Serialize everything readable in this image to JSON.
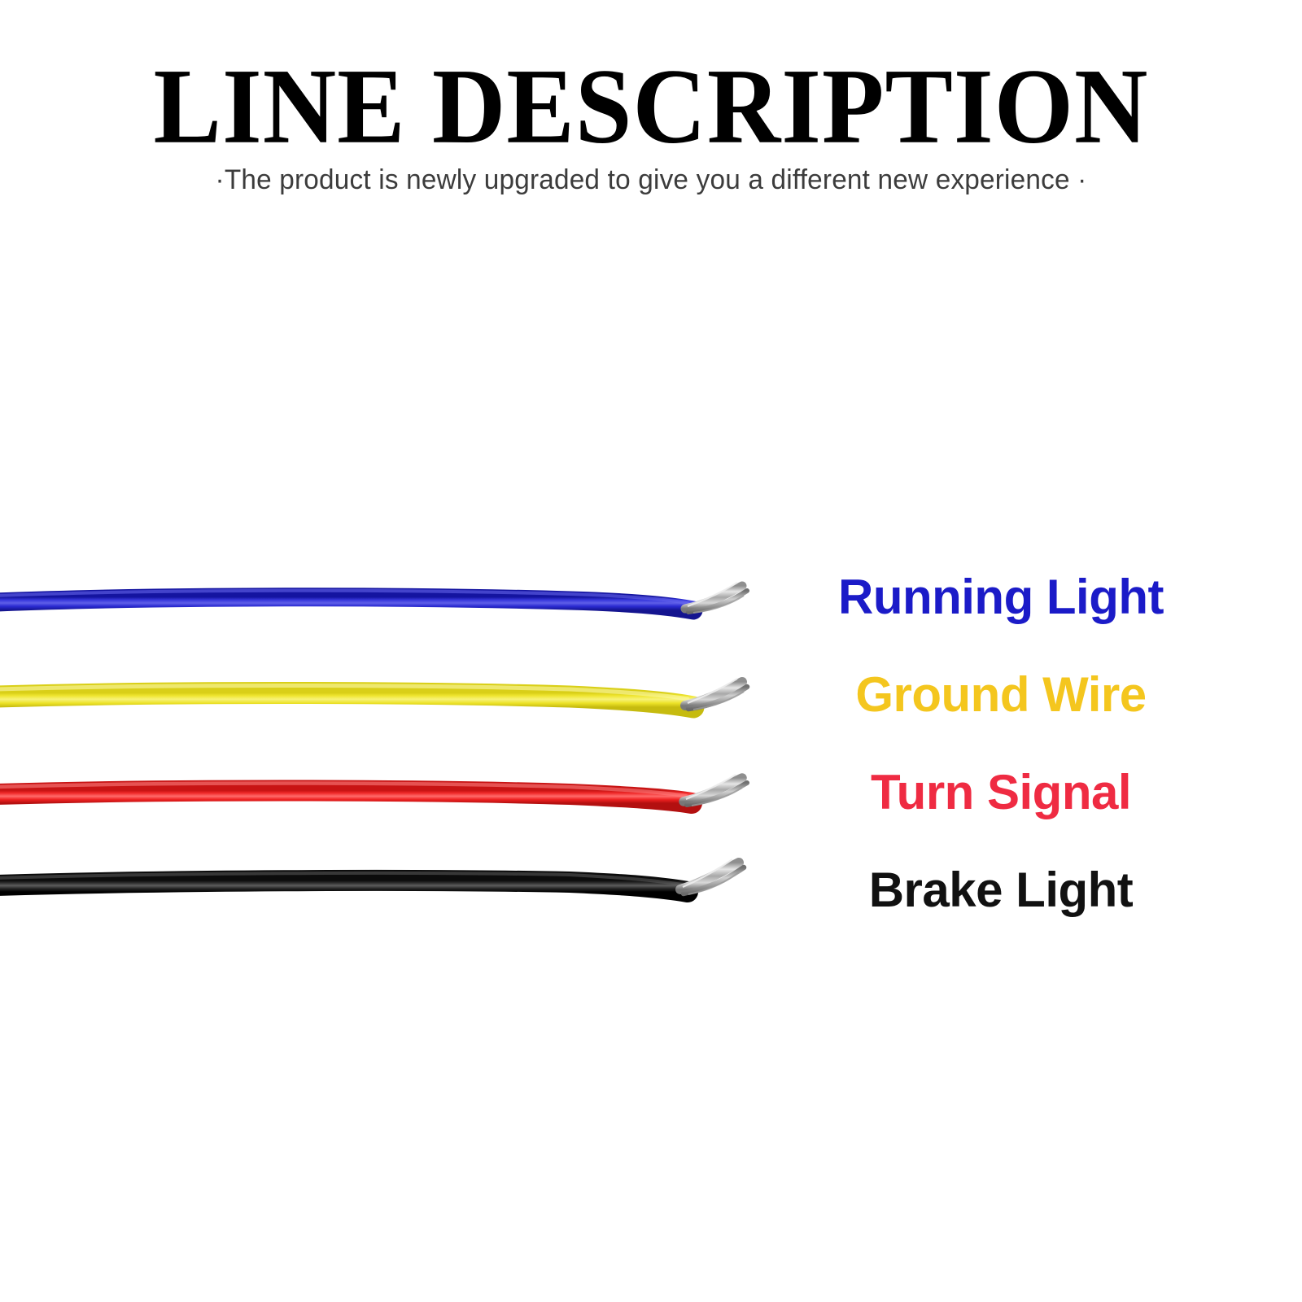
{
  "header": {
    "title": "LINE DESCRIPTION",
    "subtitle": "·The product is newly upgraded to give you a different new experience ·",
    "title_color": "#000000",
    "subtitle_color": "#3c3c3c"
  },
  "background_color": "#ffffff",
  "wires": [
    {
      "label": "Running Light",
      "label_color": "#1b1bc8",
      "insulation_color": "#2a2ad2",
      "insulation_shadow": "#1414a0",
      "insulation_highlight": "#5f5fe8",
      "tip_color": "#b9b9b9",
      "icon": "wire-blue-icon"
    },
    {
      "label": "Ground Wire",
      "label_color": "#f4c61e",
      "insulation_color": "#ebe226",
      "insulation_shadow": "#c7bd12",
      "insulation_highlight": "#f7f27a",
      "tip_color": "#b9b9b9",
      "icon": "wire-yellow-icon"
    },
    {
      "label": "Turn Signal",
      "label_color": "#ef2b42",
      "insulation_color": "#ee2222",
      "insulation_shadow": "#bb1212",
      "insulation_highlight": "#ff6a6a",
      "tip_color": "#b9b9b9",
      "icon": "wire-red-icon"
    },
    {
      "label": "Brake Light",
      "label_color": "#111111",
      "insulation_color": "#262626",
      "insulation_shadow": "#000000",
      "insulation_highlight": "#5c5c5c",
      "tip_color": "#c2c2c2",
      "icon": "wire-black-icon"
    }
  ]
}
